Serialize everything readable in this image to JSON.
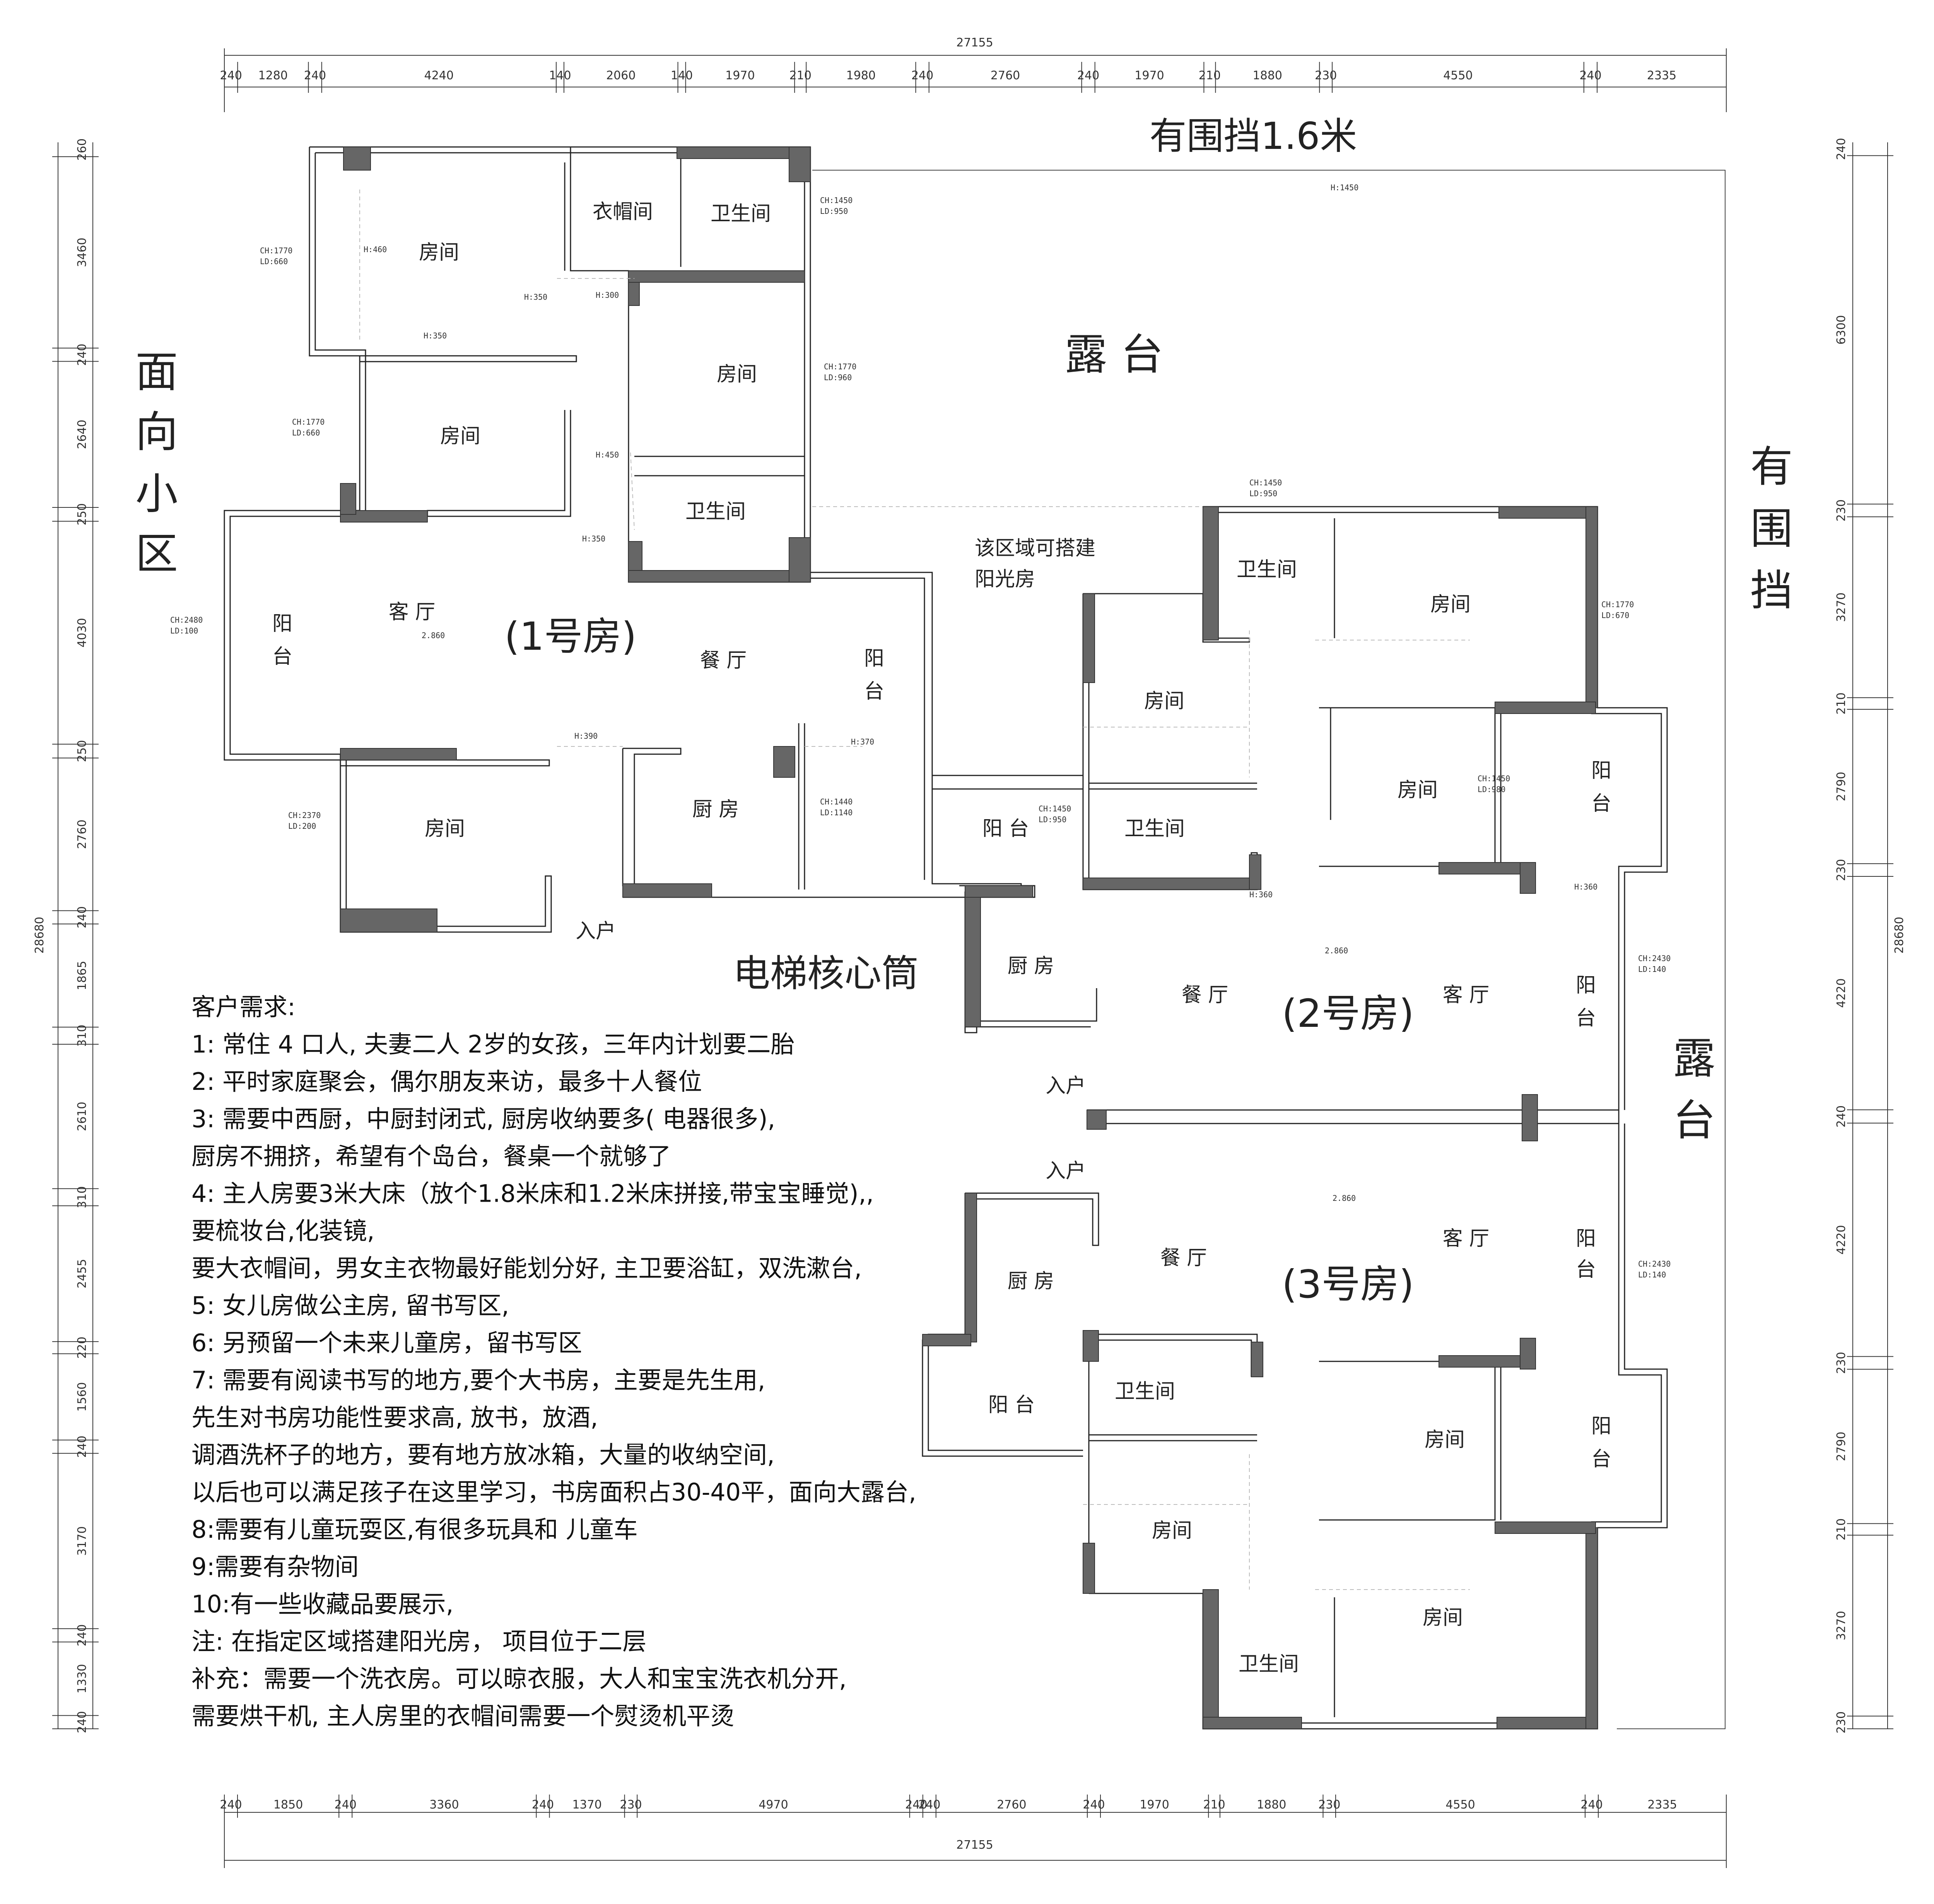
{
  "dimensions": {
    "total_width": "27155",
    "total_height": "28680",
    "top_row": [
      "240",
      "1280",
      "240",
      "4240",
      "140",
      "2060",
      "140",
      "1970",
      "210",
      "1980",
      "240",
      "2760",
      "240",
      "1970",
      "210",
      "1880",
      "230",
      "4550",
      "240",
      "2335"
    ],
    "bottom_row": [
      "240",
      "1850",
      "240",
      "3360",
      "240",
      "1370",
      "230",
      "4970",
      "240",
      "240",
      "2760",
      "240",
      "1970",
      "210",
      "1880",
      "230",
      "4550",
      "240",
      "2335"
    ],
    "left_col": [
      "260",
      "3460",
      "240",
      "2640",
      "250",
      "4030",
      "250",
      "2760",
      "240",
      "1865",
      "310",
      "2610",
      "310",
      "2455",
      "220",
      "1560",
      "240",
      "3170",
      "240",
      "1330",
      "240"
    ],
    "right_col": [
      "240",
      "6300",
      "230",
      "3270",
      "210",
      "2790",
      "230",
      "4220",
      "240",
      "4220",
      "230",
      "2790",
      "210",
      "3270",
      "230"
    ]
  },
  "labels": {
    "fence_top": "有围挡1.6米",
    "terrace_top": "露 台",
    "face_community": [
      "面",
      "向",
      "小",
      "区"
    ],
    "fence_right": [
      "有",
      "围",
      "挡"
    ],
    "terrace_right": [
      "露",
      "台"
    ],
    "elevator_core": "电梯核心筒",
    "sunroom_note_1": "该区域可搭建",
    "sunroom_note_2": "阳光房",
    "unit1": "(1号房)",
    "unit2": "(2号房)",
    "unit3": "(3号房)"
  },
  "rooms": {
    "bedroom": "房间",
    "wardrobe": "衣帽间",
    "bathroom": "卫生间",
    "living": "客 厅",
    "dining": "餐 厅",
    "kitchen": "厨 房",
    "balcony": "阳 台",
    "balcony_v1": "阳",
    "balcony_v2": "台",
    "entrance": "入户"
  },
  "annotations": {
    "h1450": "H:1450",
    "ch1450_950": [
      "CH:1450",
      "LD:950"
    ],
    "ch1770_660": [
      "CH:1770",
      "LD:660"
    ],
    "ch1770_960": [
      "CH:1770",
      "LD:960"
    ],
    "ch2480_100": [
      "CH:2480",
      "LD:100"
    ],
    "ch2370_200": [
      "CH:2370",
      "LD:200"
    ],
    "ch1440_1140": [
      "CH:1440",
      "LD:1140"
    ],
    "ch1770_670": [
      "CH:1770",
      "LD:670"
    ],
    "ch1450_980": [
      "CH:1450",
      "LD:980"
    ],
    "ch2430_140": [
      "CH:2430",
      "LD:140"
    ],
    "h460": "H:460",
    "h350": "H:350",
    "h300": "H:300",
    "h450": "H:450",
    "h390": "H:390",
    "h370": "H:370",
    "h360": "H:360",
    "level": "2.860"
  },
  "requirements": [
    "客户需求:",
    "1:   常住 4 口人,   夫妻二人    2岁的女孩，三年内计划要二胎",
    "2:    平时家庭聚会，偶尔朋友来访，最多十人餐位",
    "3: 需要中西厨，中厨封闭式,   厨房收纳要多( 电器很多),",
    "厨房不拥挤，希望有个岛台，餐桌一个就够了",
    "4: 主人房要3米大床（放个1.8米床和1.2米床拼接,带宝宝睡觉),,",
    "要梳妆台,化装镜,",
    "  要大衣帽间，男女主衣物最好能划分好,   主卫要浴缸，双洗漱台,",
    "5: 女儿房做公主房,   留书写区,",
    "6: 另预留一个未来儿童房，留书写区",
    "7: 需要有阅读书写的地方,要个大书房，主要是先生用,",
    "先生对书房功能性要求高, 放书，放酒,",
    "调酒洗杯子的地方，要有地方放冰箱，大量的收纳空间,",
    "以后也可以满足孩子在这里学习，书房面积占30-40平，面向大露台,",
    "8:需要有儿童玩耍区,有很多玩具和 儿童车",
    "9:需要有杂物间",
    "10:有一些收藏品要展示,",
    "注: 在指定区域搭建阳光房，  项目位于二层",
    "补充：需要一个洗衣房。可以晾衣服，大人和宝宝洗衣机分开,",
    "需要烘干机, 主人房里的衣帽间需要一个熨烫机平烫"
  ]
}
